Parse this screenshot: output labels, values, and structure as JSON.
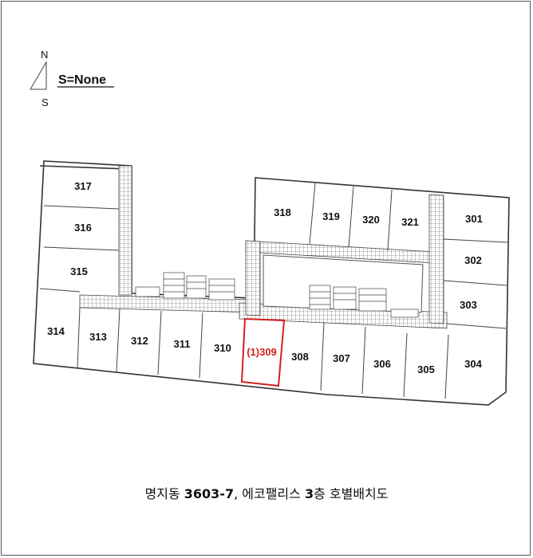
{
  "compass": {
    "north": "N",
    "south": "S",
    "scale": "S=None"
  },
  "caption": {
    "prefix": "명지동 ",
    "lot": "3603-7",
    "middle": ", 에코팰리스 ",
    "floor": "3",
    "suffix": "층 호별배치도"
  },
  "units": {
    "u301": "301",
    "u302": "302",
    "u303": "303",
    "u304": "304",
    "u305": "305",
    "u306": "306",
    "u307": "307",
    "u308": "308",
    "u309": "(1)309",
    "u310": "310",
    "u311": "311",
    "u312": "312",
    "u313": "313",
    "u314": "314",
    "u315": "315",
    "u316": "316",
    "u317": "317",
    "u318": "318",
    "u319": "319",
    "u320": "320",
    "u321": "321"
  },
  "highlight_unit": "309",
  "colors": {
    "highlight": "#d21f1f",
    "lines": "#333333"
  }
}
